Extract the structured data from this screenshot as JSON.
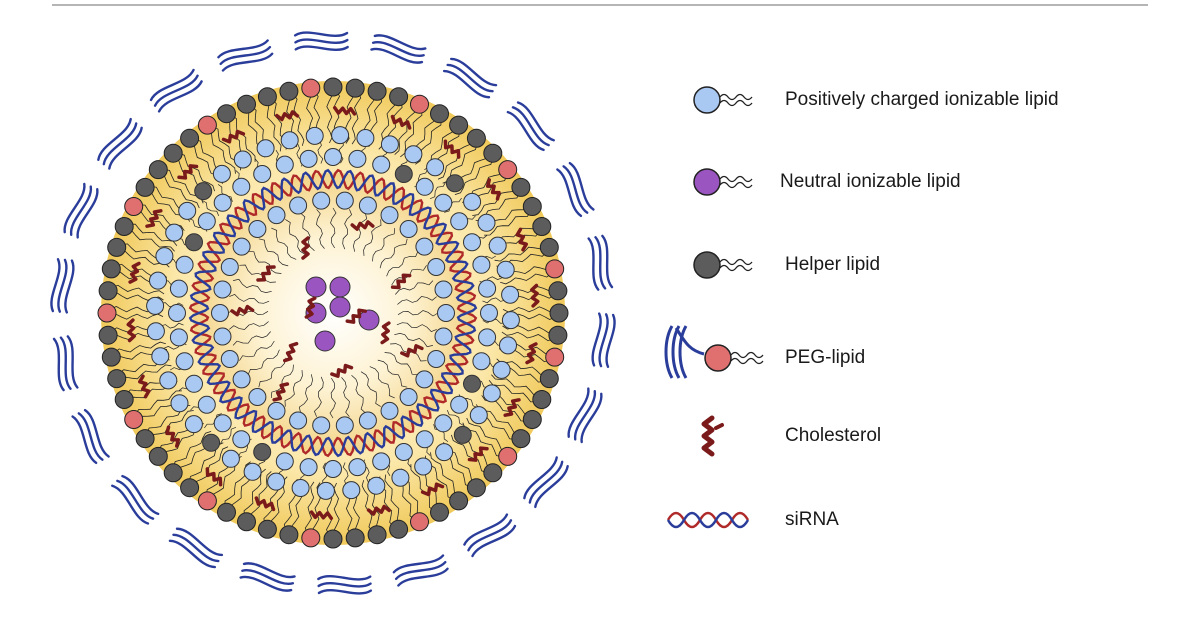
{
  "legend": {
    "items": [
      {
        "key": "positive",
        "label": "Positively charged ionizable lipid",
        "color": "#a9c8f2"
      },
      {
        "key": "neutral",
        "label": "Neutral ionizable lipid",
        "color": "#9b55c0"
      },
      {
        "key": "helper",
        "label": "Helper lipid",
        "color": "#5c5c5c"
      },
      {
        "key": "peg",
        "label": "PEG-lipid",
        "color": "#e07070"
      },
      {
        "key": "cholesterol",
        "label": "Cholesterol",
        "color": "#7a1a1a"
      },
      {
        "key": "sirna",
        "label": "siRNA",
        "color": "#2a3d9a"
      }
    ]
  },
  "colors": {
    "positive_fill": "#a9c8f2",
    "neutral_fill": "#9b55c0",
    "helper_fill": "#5c5c5c",
    "peg_fill": "#e07070",
    "cholesterol": "#7a1a1a",
    "peg_chain": "#2a3d9a",
    "sirna_red": "#b02a2a",
    "sirna_blue": "#2a3d9a",
    "lipid_zone": "#f3d27a",
    "tail": "#222222"
  }
}
